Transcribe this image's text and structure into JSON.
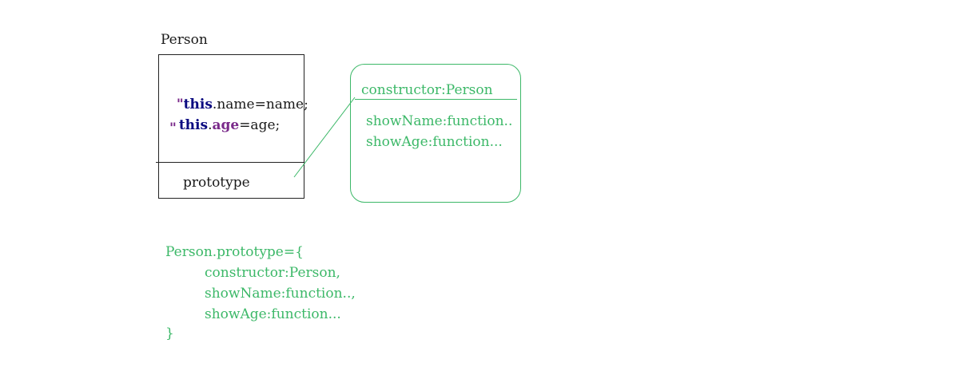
{
  "person": {
    "title": "Person",
    "quote_open": "\"",
    "line1_keyword": "this",
    "line1_rest": ".name=name;",
    "line2_keyword": "this",
    "line2_dot": ".",
    "line2_prop": "age",
    "line2_rest": "=age;",
    "quote_close": "\"",
    "prototype_label": "prototype"
  },
  "prototype_object": {
    "constructor": "constructor:Person",
    "show_name": "showName:function..",
    "show_age": "showAge:function..."
  },
  "code": {
    "line1": "Person.prototype={",
    "line2": "constructor:Person,",
    "line3": "showName:function..,",
    "line4": "showAge:function...",
    "line5": "}"
  },
  "colors": {
    "green": "#3cb868",
    "keyword": "#0a0a80",
    "property": "#7a2a8a",
    "text": "#1a1a1a"
  }
}
